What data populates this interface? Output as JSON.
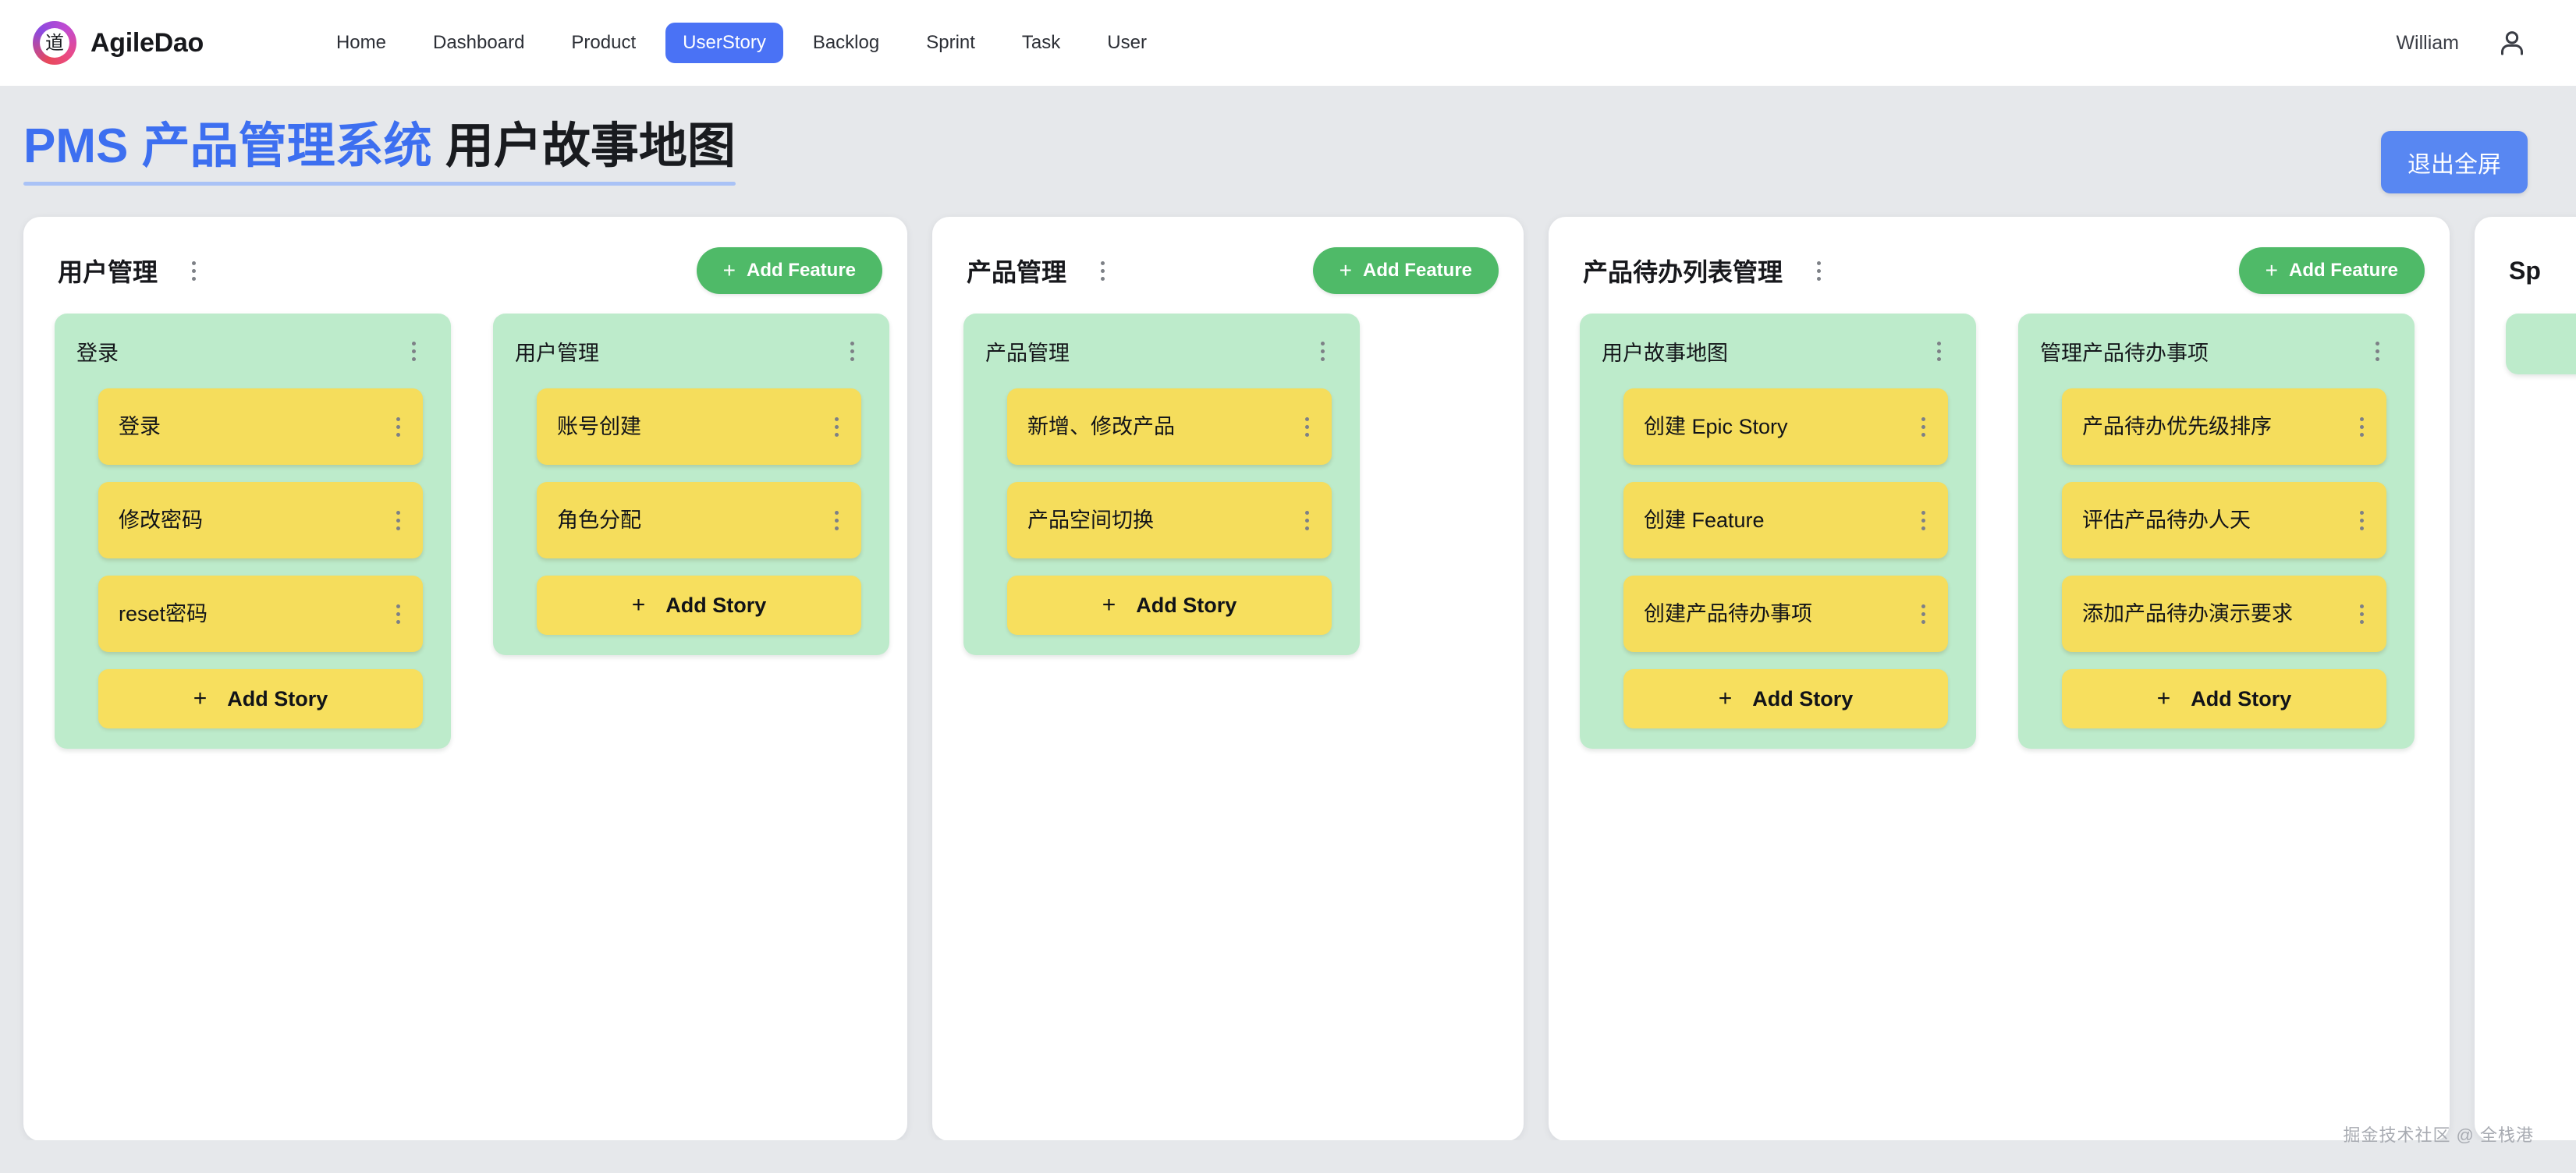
{
  "header": {
    "logo_glyph": "道",
    "brand": "AgileDao",
    "nav": [
      {
        "label": "Home",
        "active": false
      },
      {
        "label": "Dashboard",
        "active": false
      },
      {
        "label": "Product",
        "active": false
      },
      {
        "label": "UserStory",
        "active": true
      },
      {
        "label": "Backlog",
        "active": false
      },
      {
        "label": "Sprint",
        "active": false
      },
      {
        "label": "Task",
        "active": false
      },
      {
        "label": "User",
        "active": false
      }
    ],
    "user_name": "William",
    "avatar_icon": "user-icon"
  },
  "page": {
    "title_blue": "PMS 产品管理系统",
    "title_dark": " 用户故事地图",
    "exit_fullscreen_label": "退出全屏",
    "accent_blue": "#3d6ff0",
    "button_blue": "#5887f2",
    "feature_green": "#bdebcb",
    "story_yellow": "#f5dd5c",
    "add_feature_green": "#4fba68"
  },
  "board": {
    "add_feature_label": "Add Feature",
    "add_story_label": "Add Story",
    "columns": [
      {
        "title": "用户管理",
        "features": [
          {
            "title": "登录",
            "stories": [
              "登录",
              "修改密码",
              "reset密码"
            ]
          },
          {
            "title": "用户管理",
            "stories": [
              "账号创建",
              "角色分配"
            ]
          }
        ]
      },
      {
        "title": "产品管理",
        "features": [
          {
            "title": "产品管理",
            "stories": [
              "新增、修改产品",
              "产品空间切换"
            ]
          }
        ]
      },
      {
        "title": "产品待办列表管理",
        "features": [
          {
            "title": "用户故事地图",
            "stories": [
              "创建 Epic Story",
              "创建 Feature",
              "创建产品待办事项"
            ]
          },
          {
            "title": "管理产品待办事项",
            "stories": [
              "产品待办优先级排序",
              "评估产品待办人天",
              "添加产品待办演示要求"
            ]
          }
        ]
      },
      {
        "title": "Sp",
        "features": [
          {
            "title": "",
            "stories": []
          }
        ]
      }
    ]
  },
  "watermark": "掘金技术社区 @ 全栈港"
}
